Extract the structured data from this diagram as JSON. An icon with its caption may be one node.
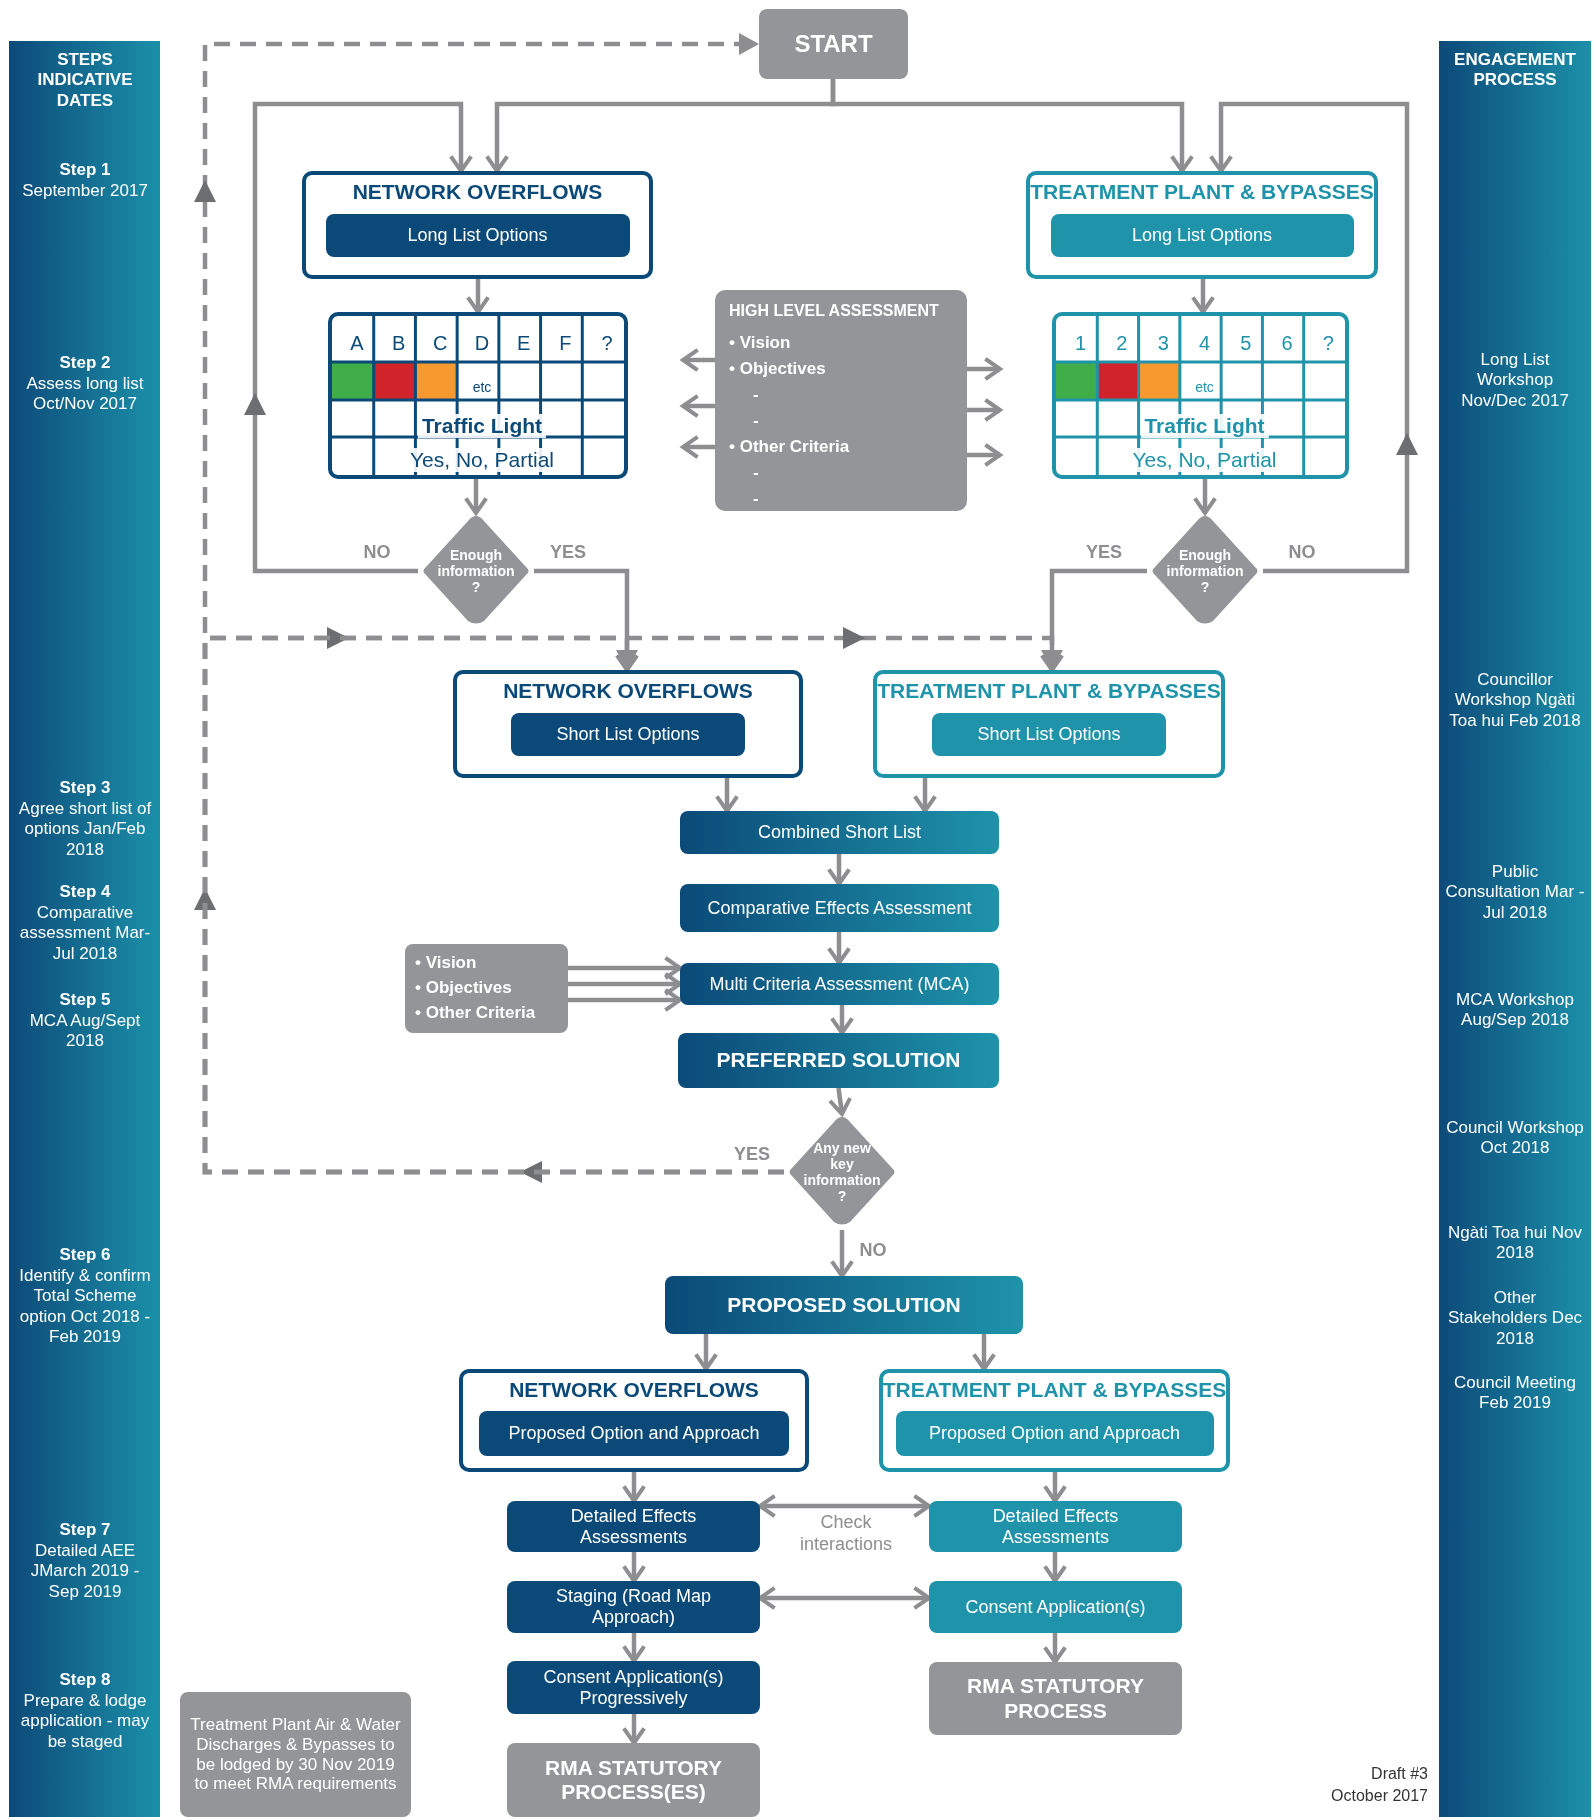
{
  "diagram": {
    "nodes": [
      {
        "text": [
          "START"
        ]
      },
      {
        "text": [
          "NETWORK OVERFLOWS"
        ]
      },
      {
        "text": [
          "Long List Options"
        ],
        "in": 1
      },
      {
        "text": [
          "TREATMENT PLANT & BYPASSES"
        ]
      },
      {
        "text": [
          "Long List Options"
        ],
        "in": 3
      },
      {
        "text": [
          "A",
          "B",
          "C",
          "D",
          "E",
          "F",
          "?",
          "etc",
          "Traffic Light",
          "Yes, No, Partial"
        ]
      },
      {
        "text": [
          "HIGH LEVEL ASSESSMENT",
          "• Vision",
          "• Objectives",
          "-",
          "-",
          "• Other Criteria",
          "-",
          "-"
        ]
      },
      {
        "text": [
          "1",
          "2",
          "3",
          "4",
          "5",
          "6",
          "?",
          "etc",
          "Traffic Light",
          "Yes, No, Partial"
        ]
      },
      {
        "text": [
          "Enough information ?"
        ]
      },
      {
        "text": [
          "Enough information ?"
        ]
      },
      {
        "text": [
          "NETWORK OVERFLOWS"
        ]
      },
      {
        "text": [
          "Short List Options"
        ],
        "in": 10
      },
      {
        "text": [
          "TREATMENT PLANT & BYPASSES"
        ]
      },
      {
        "text": [
          "Short List Options"
        ],
        "in": 12
      },
      {
        "text": [
          "Combined Short List"
        ]
      },
      {
        "text": [
          "Comparative Effects Assessment"
        ]
      },
      {
        "text": [
          "• Vision",
          "• Objectives",
          "• Other Criteria"
        ]
      },
      {
        "text": [
          "Multi Criteria Assessment (MCA)"
        ]
      },
      {
        "text": [
          "PREFERRED SOLUTION"
        ]
      },
      {
        "text": [
          "Any new key information ?"
        ]
      },
      {
        "text": [
          "PROPOSED SOLUTION"
        ]
      },
      {
        "text": [
          "NETWORK OVERFLOWS"
        ]
      },
      {
        "text": [
          "Proposed Option and Approach"
        ],
        "in": 21
      },
      {
        "text": [
          "TREATMENT PLANT & BYPASSES"
        ]
      },
      {
        "text": [
          "Proposed Option and Approach"
        ],
        "in": 23
      },
      {
        "text": [
          "Detailed Effects Assessments"
        ]
      },
      {
        "text": [
          "Staging (Road Map Approach)"
        ]
      },
      {
        "text": [
          "Consent Application(s) Progressively"
        ]
      },
      {
        "text": [
          "RMA STATUTORY PROCESS(ES)"
        ]
      },
      {
        "text": [
          "Detailed Effects Assessments"
        ]
      },
      {
        "text": [
          "Consent Application(s)"
        ]
      },
      {
        "text": [
          "RMA STATUTORY PROCESS"
        ]
      },
      {
        "text": [
          "Treatment Plant Air & Water Discharges & Bypasses to be lodged by 30 Nov 2019 to meet RMA requirements"
        ]
      }
    ],
    "edges": [
      {
        "from": 0,
        "to": 1,
        "arrow": "to"
      },
      {
        "from": 0,
        "to": 3,
        "arrow": "to"
      },
      {
        "from": 1,
        "to": 5,
        "arrow": "to"
      },
      {
        "from": 3,
        "to": 7,
        "arrow": "to"
      },
      {
        "from": 5,
        "to": 8,
        "arrow": "to"
      },
      {
        "from": 7,
        "to": 9,
        "arrow": "to"
      },
      {
        "from": 8,
        "to": 1,
        "arrow": "to",
        "label": "NO"
      },
      {
        "from": 9,
        "to": 3,
        "arrow": "to",
        "label": "NO"
      },
      {
        "from": 8,
        "to": 10,
        "arrow": "to",
        "label": "YES"
      },
      {
        "from": 9,
        "to": 12,
        "arrow": "to",
        "label": "YES"
      },
      {
        "from": 6,
        "to": null,
        "arrow": "to"
      },
      {
        "from": 6,
        "to": null,
        "arrow": "to"
      },
      {
        "from": 6,
        "to": null,
        "arrow": "to"
      },
      {
        "from": 6,
        "to": null,
        "arrow": "to"
      },
      {
        "from": 6,
        "to": null,
        "arrow": "to"
      },
      {
        "from": 6,
        "to": null,
        "arrow": "to"
      },
      {
        "from": 10,
        "to": 14,
        "arrow": "to"
      },
      {
        "from": 12,
        "to": 14,
        "arrow": "to"
      },
      {
        "from": 14,
        "to": 15,
        "arrow": "to"
      },
      {
        "from": 15,
        "to": 17,
        "arrow": "to"
      },
      {
        "from": 16,
        "to": 17,
        "arrow": "to"
      },
      {
        "from": 16,
        "to": 17,
        "arrow": "to"
      },
      {
        "from": 16,
        "to": 17,
        "arrow": "to"
      },
      {
        "from": 17,
        "to": 18,
        "arrow": "to"
      },
      {
        "from": 18,
        "to": 19,
        "arrow": "to"
      },
      {
        "from": 19,
        "to": 0,
        "arrow": "to",
        "label": "YES",
        "style": "dashed"
      },
      {
        "from": 19,
        "to": 10,
        "arrow": "to",
        "style": "dashed"
      },
      {
        "from": 19,
        "to": 12,
        "arrow": "to",
        "style": "dashed"
      },
      {
        "from": 19,
        "to": 20,
        "arrow": "to",
        "label": "NO"
      },
      {
        "from": 20,
        "to": 21,
        "arrow": "to"
      },
      {
        "from": 20,
        "to": 23,
        "arrow": "to"
      },
      {
        "from": 21,
        "to": 25,
        "arrow": "to"
      },
      {
        "from": 25,
        "to": 26,
        "arrow": "to"
      },
      {
        "from": 26,
        "to": 27,
        "arrow": "to"
      },
      {
        "from": 27,
        "to": 28,
        "arrow": "to"
      },
      {
        "from": 23,
        "to": 29,
        "arrow": "to"
      },
      {
        "from": 29,
        "to": 30,
        "arrow": "to"
      },
      {
        "from": 30,
        "to": 31,
        "arrow": "to"
      },
      {
        "from": 25,
        "to": 29,
        "arrow": "both"
      },
      {
        "from": 26,
        "to": 30,
        "arrow": "both"
      }
    ],
    "labels": [
      "STEPS INDICATIVE DATES",
      "Step 1",
      "September 2017",
      "Step 2",
      "Assess long list Oct/Nov 2017",
      "Step 3",
      "Agree short list of options Jan/Feb 2018",
      "Step 4",
      "Comparative assessment Mar-Jul 2018",
      "Step 5",
      "MCA Aug/Sept 2018",
      "Step 6",
      "Identify & confirm Total Scheme option Oct 2018 - Feb 2019",
      "Step 7",
      "Detailed AEE JMarch 2019 - Sep 2019",
      "Step 8",
      "Prepare & lodge application - may be staged",
      "ENGAGEMENT PROCESS",
      "Long List Workshop Nov/Dec 2017",
      "Councillor Workshop Ngàti Toa hui Feb 2018",
      "Public Consultation Mar - Jul 2018",
      "MCA Workshop Aug/Sep 2018",
      "Council Workshop Oct 2018",
      "Ngàti Toa hui Nov 2018",
      "Other Stakeholders Dec 2018",
      "Council Meeting Feb 2019",
      "Check interactions",
      "Draft #3",
      "October 2017"
    ]
  }
}
